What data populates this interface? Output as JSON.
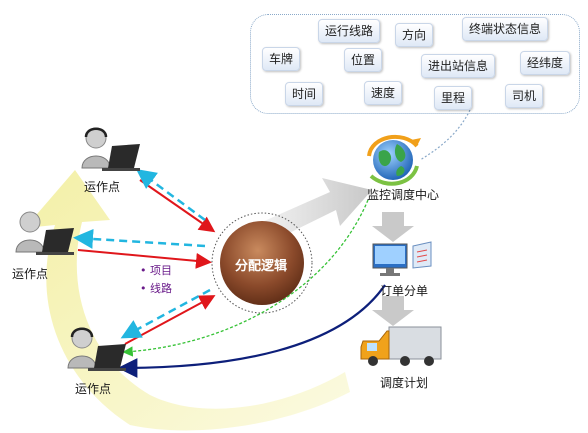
{
  "info_tags": [
    "运行线路",
    "方向",
    "终端状态信息",
    "车牌",
    "位置",
    "进出站信息",
    "经纬度",
    "时间",
    "速度",
    "里程",
    "司机"
  ],
  "operator_label": "运作点",
  "center_label": "分配逻辑",
  "bullet_items": [
    "项目",
    "线路"
  ],
  "monitor_label": "监控调度中心",
  "order_label": "订单分单",
  "plan_label": "调度计划",
  "colors": {
    "red_arrow": "#e0161b",
    "cyan_dash": "#22b6e0",
    "green_dash": "#36c236",
    "navy_arrow": "#0d1f7a",
    "yellow_arrow": "#f5f2a8",
    "gray_arrow": "#d2d2d2",
    "center_fill": "#8b4a2b"
  }
}
